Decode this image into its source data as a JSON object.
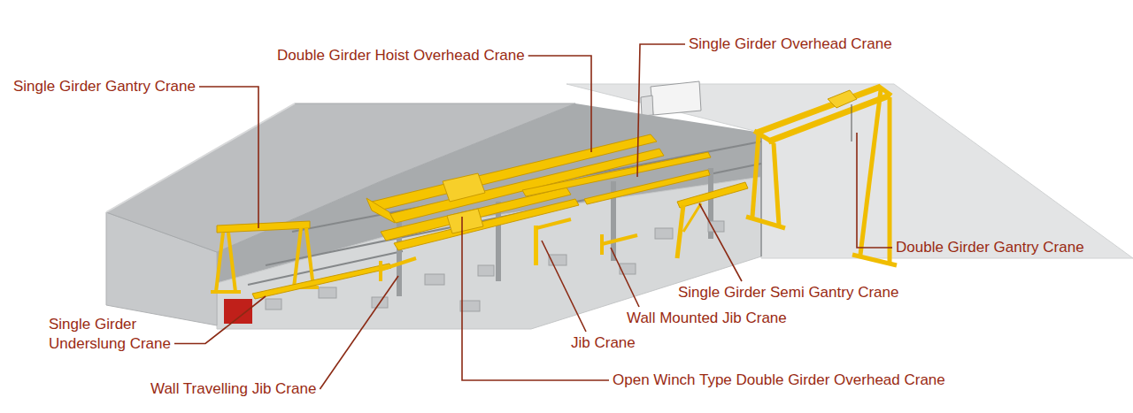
{
  "diagram": {
    "labels": [
      "Single Girder Gantry Crane",
      "Double Girder Hoist Overhead Crane",
      "Single Girder Overhead Crane",
      "Double Girder Gantry Crane",
      "Single Girder Semi Gantry Crane",
      "Wall Mounted Jib Crane",
      "Jib Crane",
      "Single Girder Underslung Crane",
      "Wall Travelling Jib Crane",
      "Open Winch Type Double Girder Overhead Crane"
    ]
  }
}
